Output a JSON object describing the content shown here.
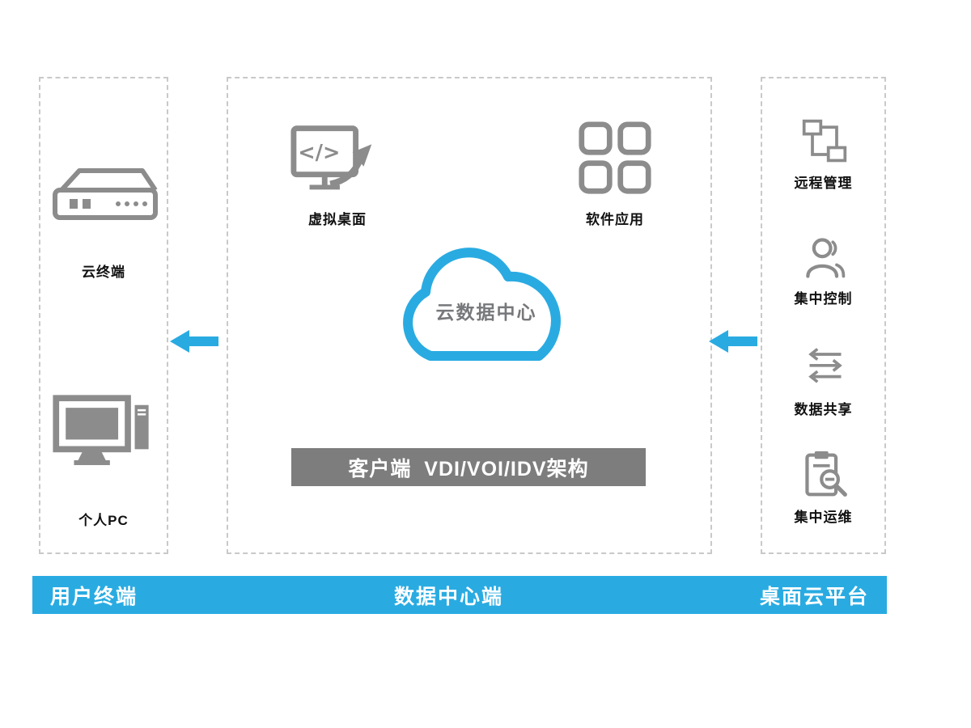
{
  "diagram": {
    "panels": {
      "left": {
        "items": [
          {
            "icon": "cloud-terminal-icon",
            "label": "云终端"
          },
          {
            "icon": "pc-icon",
            "label": "个人PC"
          }
        ]
      },
      "center": {
        "items": [
          {
            "icon": "virtual-desktop-icon",
            "label": "虚拟桌面"
          },
          {
            "icon": "software-app-icon",
            "label": "软件应用"
          }
        ],
        "cloud_label": "云数据中心",
        "banner": "客户端  VDI/VOI/IDV架构"
      },
      "right": {
        "items": [
          {
            "icon": "remote-management-icon",
            "label": "远程管理"
          },
          {
            "icon": "central-control-icon",
            "label": "集中控制"
          },
          {
            "icon": "data-sharing-icon",
            "label": "数据共享"
          },
          {
            "icon": "central-ops-icon",
            "label": "集中运维"
          }
        ]
      }
    },
    "footer": {
      "left": "用户终端",
      "center": "数据中心端",
      "right": "桌面云平台"
    },
    "colors": {
      "accent_blue": "#29abe2",
      "icon_gray": "#8c8c8c",
      "banner_gray": "#7d7d7d"
    }
  }
}
